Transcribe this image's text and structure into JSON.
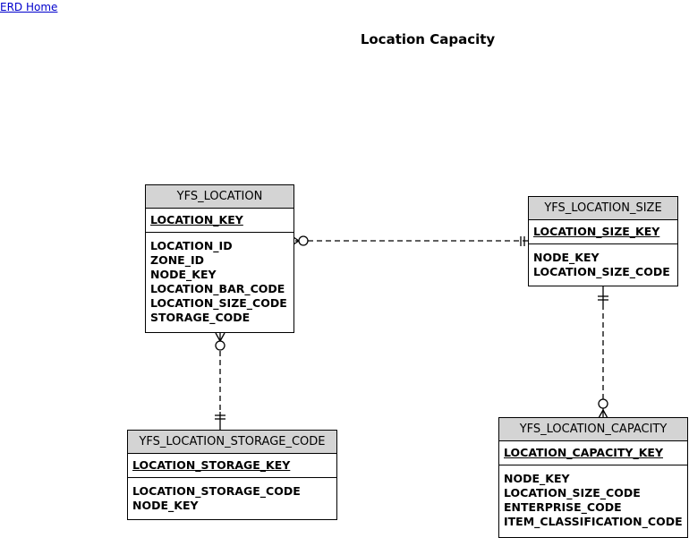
{
  "nav": {
    "home_link": "ERD Home"
  },
  "diagram": {
    "title": "Location Capacity",
    "entities": [
      {
        "name": "YFS_LOCATION",
        "primary_key": "LOCATION_KEY",
        "attributes": [
          "LOCATION_ID",
          "ZONE_ID",
          "NODE_KEY",
          "LOCATION_BAR_CODE",
          "LOCATION_SIZE_CODE",
          "STORAGE_CODE"
        ]
      },
      {
        "name": "YFS_LOCATION_SIZE",
        "primary_key": "LOCATION_SIZE_KEY",
        "attributes": [
          "NODE_KEY",
          "LOCATION_SIZE_CODE"
        ]
      },
      {
        "name": "YFS_LOCATION_STORAGE_CODE",
        "primary_key": "LOCATION_STORAGE_KEY",
        "attributes": [
          "LOCATION_STORAGE_CODE",
          "NODE_KEY"
        ]
      },
      {
        "name": "YFS_LOCATION_CAPACITY",
        "primary_key": "LOCATION_CAPACITY_KEY",
        "attributes": [
          "NODE_KEY",
          "LOCATION_SIZE_CODE",
          "ENTERPRISE_CODE",
          "ITEM_CLASSIFICATION_CODE"
        ]
      }
    ],
    "relationships": [
      {
        "from": "YFS_LOCATION_SIZE",
        "to": "YFS_LOCATION",
        "from_cardinality": "one-and-only-one",
        "to_cardinality": "zero-or-many",
        "line": "dashed"
      },
      {
        "from": "YFS_LOCATION_STORAGE_CODE",
        "to": "YFS_LOCATION",
        "from_cardinality": "one-and-only-one",
        "to_cardinality": "zero-or-many",
        "line": "dashed"
      },
      {
        "from": "YFS_LOCATION_SIZE",
        "to": "YFS_LOCATION_CAPACITY",
        "from_cardinality": "one-and-only-one",
        "to_cardinality": "zero-or-many",
        "line": "dashed"
      }
    ]
  }
}
